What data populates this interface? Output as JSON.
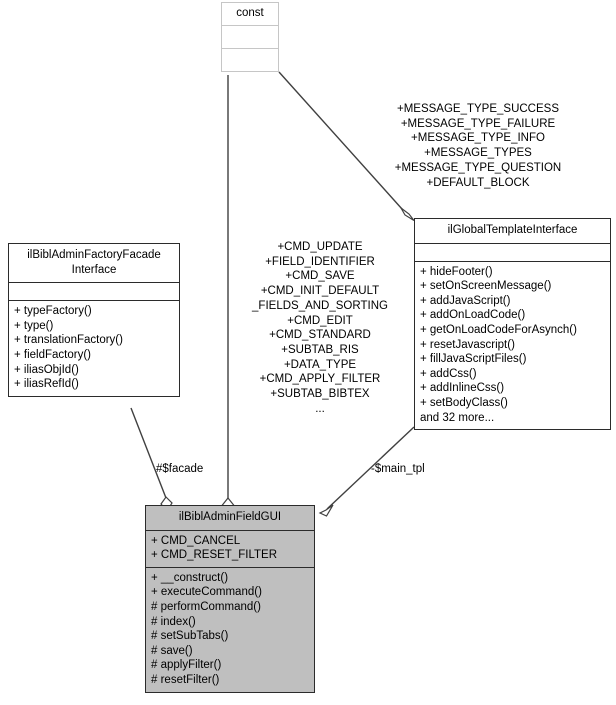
{
  "diagram": {
    "type": "uml-class-diagram",
    "title": "ilBiblAdminFieldGUI class collaboration diagram"
  },
  "colors": {
    "focus_fill": "#bfbfbf",
    "box_fill": "#ffffff",
    "border": "#2b2b2b",
    "faint_border": "#c6c6c6",
    "edge": "#404040"
  },
  "classes": {
    "const": {
      "name": "const",
      "attributes": [],
      "operations": []
    },
    "facade_interface": {
      "name": "ilBiblAdminFactoryFacade\nInterface",
      "attributes": [],
      "operations": [
        "+ typeFactory()",
        "+ type()",
        "+ translationFactory()",
        "+ fieldFactory()",
        "+ iliasObjId()",
        "+ iliasRefId()"
      ]
    },
    "template_interface": {
      "name": "ilGlobalTemplateInterface",
      "attributes": [],
      "operations": [
        "+ hideFooter()",
        "+ setOnScreenMessage()",
        "+ addJavaScript()",
        "+ addOnLoadCode()",
        "+ getOnLoadCodeForAsynch()",
        "+ resetJavascript()",
        "+ fillJavaScriptFiles()",
        "+ addCss()",
        "+ addInlineCss()",
        "+ setBodyClass()",
        "and 32 more..."
      ]
    },
    "main": {
      "name": "ilBiblAdminFieldGUI",
      "attributes": [
        "+ CMD_CANCEL",
        "+ CMD_RESET_FILTER"
      ],
      "operations": [
        "+ __construct()",
        "+ executeCommand()",
        "# performCommand()",
        "# index()",
        "# setSubTabs()",
        "# save()",
        "# applyFilter()",
        "# resetFilter()"
      ]
    }
  },
  "edge_labels": {
    "const_to_main": "+CMD_UPDATE\n+FIELD_IDENTIFIER\n+CMD_SAVE\n+CMD_INIT_DEFAULT\n_FIELDS_AND_SORTING\n+CMD_EDIT\n+CMD_STANDARD\n+SUBTAB_RIS\n+DATA_TYPE\n+CMD_APPLY_FILTER\n+SUBTAB_BIBTEX\n...",
    "const_to_template": "+MESSAGE_TYPE_SUCCESS\n+MESSAGE_TYPE_FAILURE\n+MESSAGE_TYPE_INFO\n+MESSAGE_TYPES\n+MESSAGE_TYPE_QUESTION\n+DEFAULT_BLOCK",
    "facade_role": "#$facade",
    "template_role": "-$main_tpl"
  }
}
